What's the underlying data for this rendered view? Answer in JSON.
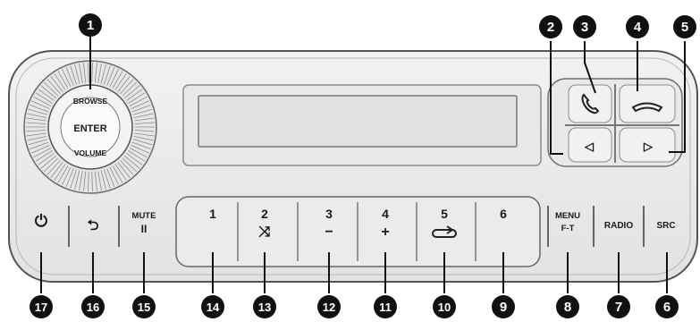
{
  "knob": {
    "top": "BROWSE",
    "center": "ENTER",
    "bottom": "VOLUME"
  },
  "presets": [
    {
      "num": "1",
      "glyph": ""
    },
    {
      "num": "2",
      "glyph": "⤨"
    },
    {
      "num": "3",
      "glyph": "−"
    },
    {
      "num": "4",
      "glyph": "+"
    },
    {
      "num": "5",
      "glyph": ""
    },
    {
      "num": "6",
      "glyph": ""
    }
  ],
  "side_buttons": {
    "power_glyph": "⏻",
    "back_glyph": "⮌",
    "mute_label": "MUTE",
    "mute_glyph": "II",
    "menu_label": "MENU",
    "menu_sub": "F-T",
    "radio_label": "RADIO",
    "src_label": "SRC"
  },
  "nav_glyphs": {
    "left": "◁",
    "right": "▷"
  },
  "callouts": [
    "1",
    "2",
    "3",
    "4",
    "5",
    "6",
    "7",
    "8",
    "9",
    "10",
    "11",
    "12",
    "13",
    "14",
    "15",
    "16",
    "17"
  ],
  "colors": {
    "panel": "#ececec",
    "callout": "#111111",
    "display": "#e3e3e3"
  },
  "icons": {
    "call": "phone-call-icon",
    "hangup": "phone-hangup-icon",
    "power": "power-icon",
    "back": "back-arrow-icon",
    "shuffle": "shuffle-icon",
    "repeat": "repeat-icon"
  }
}
